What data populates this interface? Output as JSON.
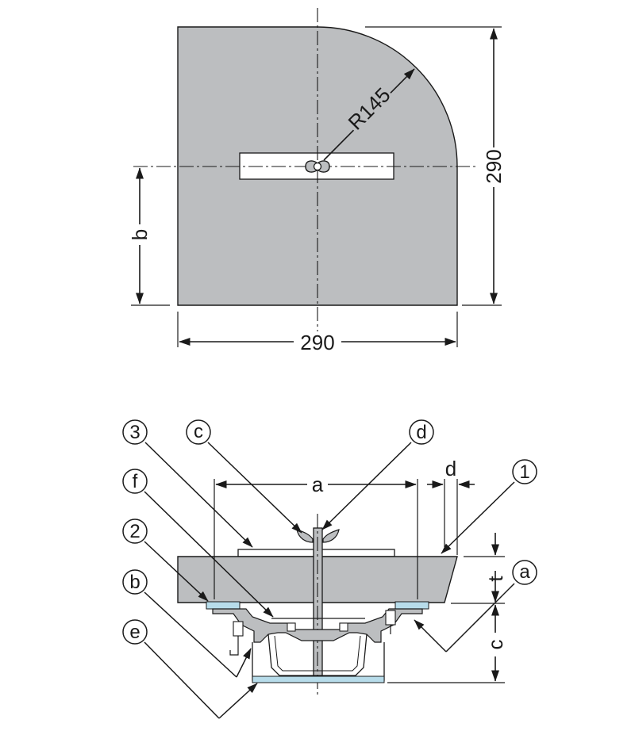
{
  "plan_view": {
    "radius_label": "R145",
    "width_label": "290",
    "height_label": "290",
    "b_label": "b"
  },
  "section_view": {
    "dim_a": "a",
    "dim_d": "d",
    "dim_t": "t",
    "dim_c": "c",
    "callouts": {
      "c3": "3",
      "cc": "c",
      "cd": "d",
      "c1": "1",
      "cf": "f",
      "c2": "2",
      "ca": "a",
      "cb": "b",
      "ce": "e"
    }
  },
  "colors": {
    "plate_fill": "#bcbec0",
    "line": "#1a1a1a",
    "gasket_blue": "#b7dcea",
    "background": "#ffffff"
  }
}
